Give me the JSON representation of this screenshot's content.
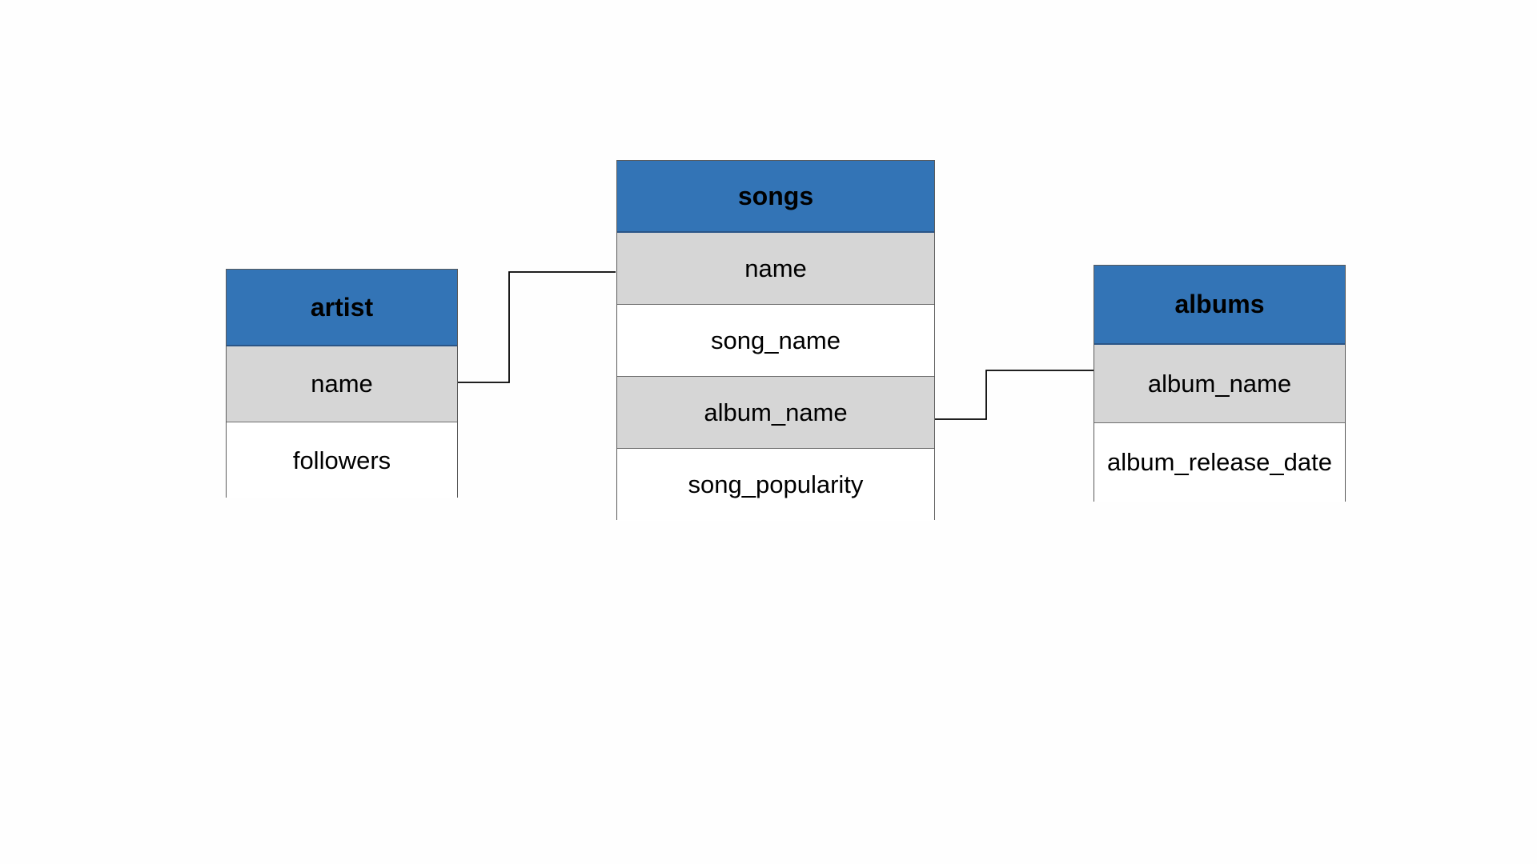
{
  "colors": {
    "header": "#3374b6",
    "key_row": "#d6d6d6",
    "plain_row": "#ffffff",
    "connector": "#000000"
  },
  "tables": {
    "artist": {
      "title": "artist",
      "fields": [
        "name",
        "followers"
      ]
    },
    "songs": {
      "title": "songs",
      "fields": [
        "name",
        "song_name",
        "album_name",
        "song_popularity"
      ]
    },
    "albums": {
      "title": "albums",
      "fields": [
        "album_name",
        "album_release_date"
      ]
    }
  },
  "relationships": [
    {
      "from": "artist.name",
      "to": "songs.name"
    },
    {
      "from": "songs.album_name",
      "to": "albums.album_name"
    }
  ]
}
